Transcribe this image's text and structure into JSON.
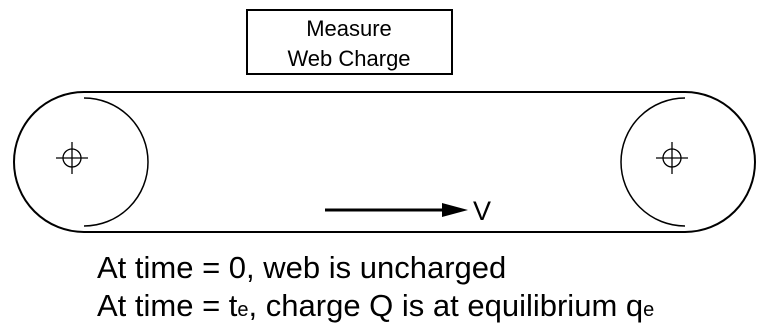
{
  "sensor": {
    "line1": "Measure",
    "line2": "Web Charge"
  },
  "velocity_label": "V",
  "caption": {
    "line1": "At time = 0, web is uncharged",
    "line2_a": "At time = t",
    "line2_sub1": "e",
    "line2_b": ", charge Q is at equilibrium q",
    "line2_sub2": "e"
  }
}
